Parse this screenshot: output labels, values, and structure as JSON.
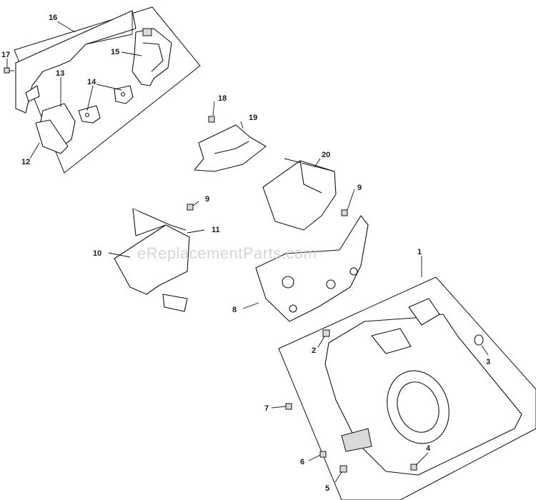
{
  "watermark": "eReplacementParts.com",
  "callouts": {
    "p1": "1",
    "p2": "2",
    "p3": "3",
    "p4": "4",
    "p5": "5",
    "p6": "6",
    "p7": "7",
    "p8": "8",
    "p9a": "9",
    "p9b": "9",
    "p10": "10",
    "p11": "11",
    "p12": "12",
    "p13": "13",
    "p14": "14",
    "p15": "15",
    "p16": "16",
    "p17": "17",
    "p18": "18",
    "p19": "19",
    "p20": "20"
  }
}
